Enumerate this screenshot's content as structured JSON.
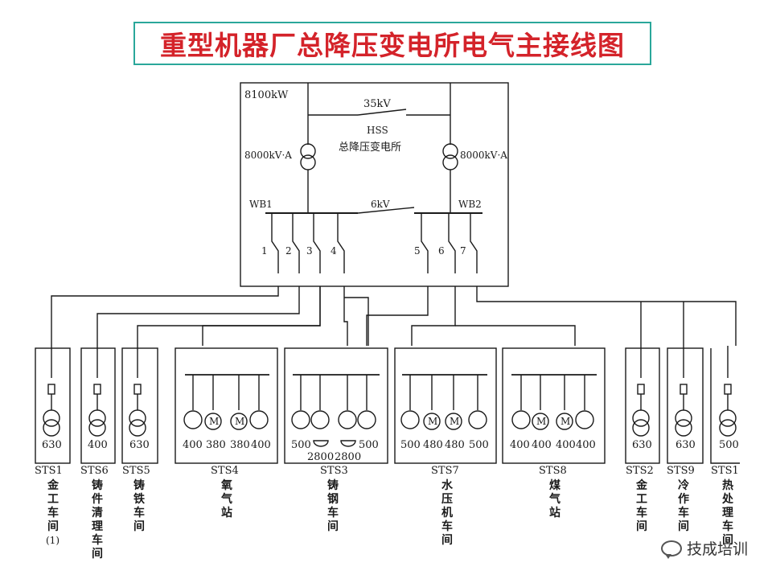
{
  "title": "重型机器厂总降压变电所电气主接线图",
  "hss": {
    "power": "8100kW",
    "hv_voltage": "35kV",
    "name_abbr": "HSS",
    "name": "总降压变电所",
    "transformer_left": "8000kV·A",
    "transformer_right": "8000kV·A",
    "bus_left": "WB1",
    "bus_right": "WB2",
    "lv_voltage": "6kV",
    "feeders": [
      "1",
      "2",
      "3",
      "4",
      "5",
      "6",
      "7"
    ]
  },
  "stations": [
    {
      "id": "STS1",
      "name": [
        "金",
        "工",
        "车",
        "间",
        "(1)"
      ],
      "rating": "630"
    },
    {
      "id": "STS6",
      "name": [
        "铸",
        "件",
        "清",
        "理",
        "车",
        "间"
      ],
      "rating": "400"
    },
    {
      "id": "STS5",
      "name": [
        "铸",
        "铁",
        "车",
        "间"
      ],
      "rating": "630"
    },
    {
      "id": "STS4",
      "name": [
        "氧",
        "气",
        "站"
      ],
      "ratings": [
        "400",
        "380",
        "380",
        "400"
      ]
    },
    {
      "id": "STS3",
      "name": [
        "铸",
        "钢",
        "车",
        "间"
      ],
      "ratings": [
        "500",
        "500"
      ],
      "furnaces": [
        "2800",
        "2800"
      ]
    },
    {
      "id": "STS7",
      "name": [
        "水",
        "压",
        "机",
        "车",
        "间"
      ],
      "ratings": [
        "500",
        "480",
        "480",
        "500"
      ]
    },
    {
      "id": "STS8",
      "name": [
        "煤",
        "气",
        "站"
      ],
      "ratings": [
        "400",
        "400",
        "400",
        "400"
      ]
    },
    {
      "id": "STS2",
      "name": [
        "金",
        "工",
        "车",
        "间"
      ],
      "rating": "630"
    },
    {
      "id": "STS9",
      "name": [
        "冷",
        "作",
        "车",
        "间"
      ],
      "rating": "630"
    },
    {
      "id": "STS1",
      "name": [
        "热",
        "处",
        "理",
        "车",
        "间"
      ],
      "rating": "500"
    }
  ],
  "motor_symbol": "M",
  "watermark": "技成培训"
}
